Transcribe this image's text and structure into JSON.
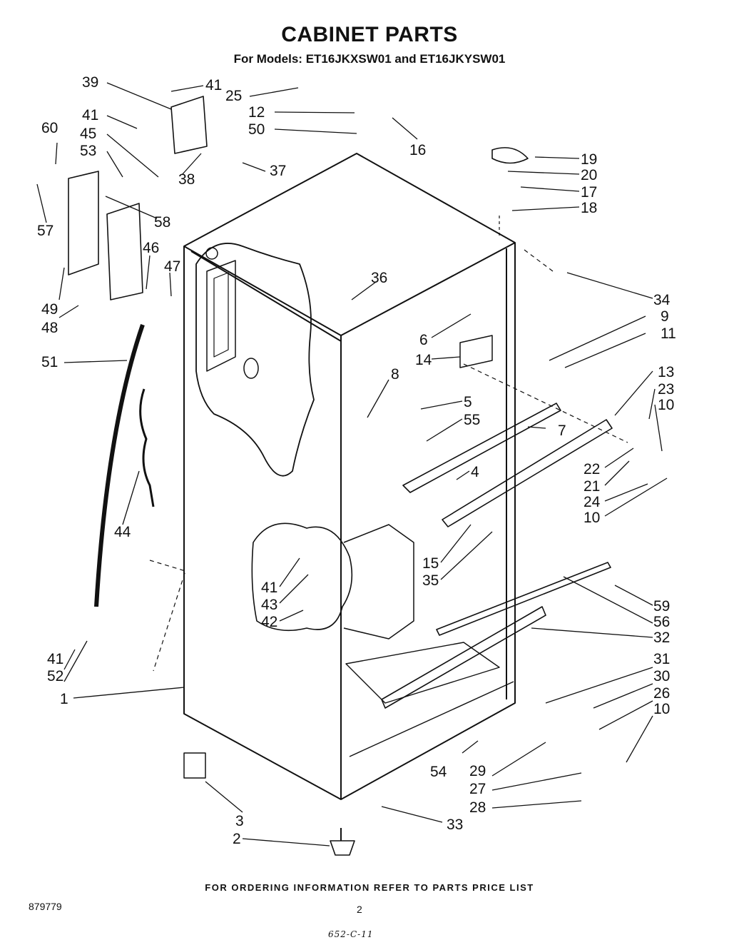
{
  "title": "CABINET PARTS",
  "subtitle": "For Models: ET16JKXSW01 and ET16JKYSW01",
  "footer": {
    "order_note": "FOR ORDERING INFORMATION REFER TO PARTS PRICE LIST",
    "doc_number": "879779",
    "page_number": "2",
    "handwritten_code": "652-C-11"
  },
  "callouts": [
    "39",
    "41",
    "25",
    "12",
    "50",
    "16",
    "41",
    "45",
    "53",
    "60",
    "38",
    "37",
    "57",
    "58",
    "46",
    "47",
    "49",
    "48",
    "51",
    "44",
    "19",
    "20",
    "17",
    "18",
    "34",
    "36",
    "9",
    "11",
    "6",
    "14",
    "8",
    "5",
    "55",
    "7",
    "4",
    "13",
    "23",
    "10",
    "22",
    "21",
    "24",
    "10",
    "15",
    "35",
    "41",
    "43",
    "42",
    "59",
    "56",
    "32",
    "41",
    "52",
    "1",
    "31",
    "30",
    "26",
    "10",
    "29",
    "27",
    "28",
    "54",
    "3",
    "2",
    "33"
  ]
}
